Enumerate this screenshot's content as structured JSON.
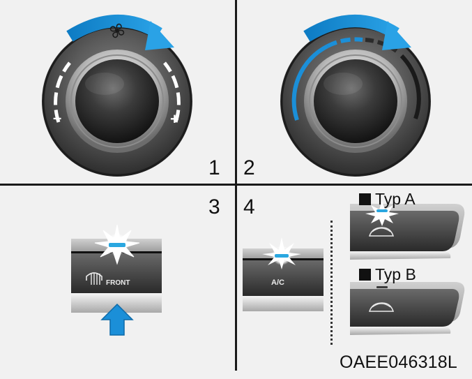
{
  "panels": {
    "p1": "1",
    "p2": "2",
    "p3": "3",
    "p4": "4"
  },
  "minus_sign": "–",
  "plus_sign": "+",
  "front_button_label": "FRONT",
  "ac_button_label": "A/C",
  "typ_a_label": "Typ A",
  "typ_b_label": "Typ B",
  "figure_code": "OAEE046318L",
  "colors": {
    "accent_blue": "#1b8fd8",
    "indicator": "#2aa7e0",
    "background": "#f1f1f1"
  },
  "icons": [
    "fan-icon",
    "rear-defrost-icon",
    "recirculation-car-icon",
    "arrow-icon",
    "glow-icon"
  ]
}
